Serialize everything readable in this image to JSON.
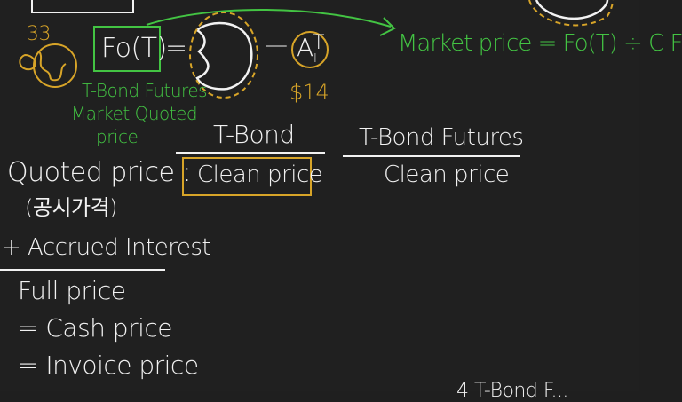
{
  "colors": {
    "background": "#202020",
    "ink_white": "#f2f2f2",
    "ink_green": "#43c443",
    "ink_gold": "#d7a428"
  },
  "formula": {
    "lhs": "Fo(T)",
    "equals": "=",
    "minus": "—",
    "ai_symbol": "A",
    "ai_subscript": "I",
    "ai_superscript": "T",
    "ai_value": "$14",
    "margin_mark": "33"
  },
  "annotations": {
    "market_price": "Market price = Fo(T) ÷ C F",
    "futures_line1": "T-Bond Futures",
    "futures_line2": "Market Quoted",
    "futures_line3": "price"
  },
  "columns": {
    "tbond_header": "T-Bond",
    "tbond_value": "Clean price",
    "futures_header": "T-Bond Futures",
    "futures_value": "Clean price"
  },
  "left_notes": {
    "quoted_price": "Quoted price :",
    "quoted_price_korean": "(공시가격)",
    "accrued_interest": "+ Accrued Interest",
    "full_price": "Full price",
    "cash_price": "= Cash price",
    "invoice_price": "= Invoice price"
  },
  "bottom_fragment": "4 T-Bond F..."
}
